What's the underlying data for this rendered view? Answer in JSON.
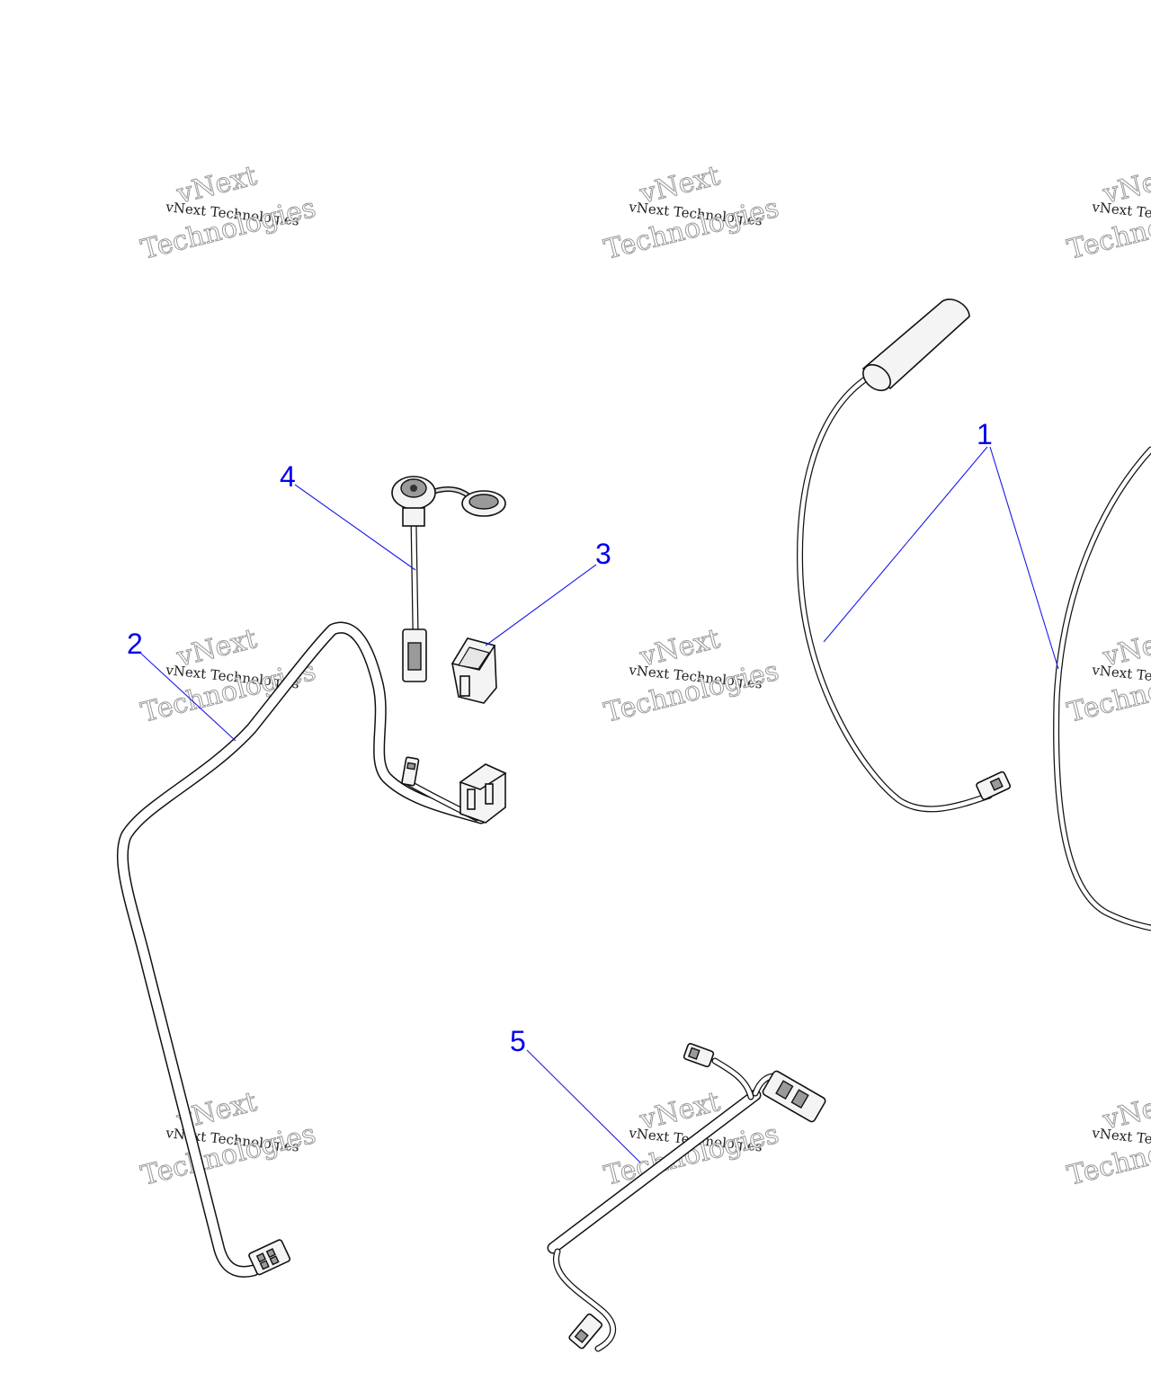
{
  "diagram": {
    "callouts": [
      {
        "id": "1",
        "label": "1"
      },
      {
        "id": "2",
        "label": "2"
      },
      {
        "id": "3",
        "label": "3"
      },
      {
        "id": "4",
        "label": "4"
      },
      {
        "id": "5",
        "label": "5"
      }
    ],
    "watermark": {
      "line1": "vNext Technologies",
      "line2a": "vNext",
      "line2b": "Technologies"
    },
    "colors": {
      "callout": "#0000ee",
      "leader": "#1a1aee",
      "line_art": "#111111",
      "background": "#ffffff"
    }
  }
}
